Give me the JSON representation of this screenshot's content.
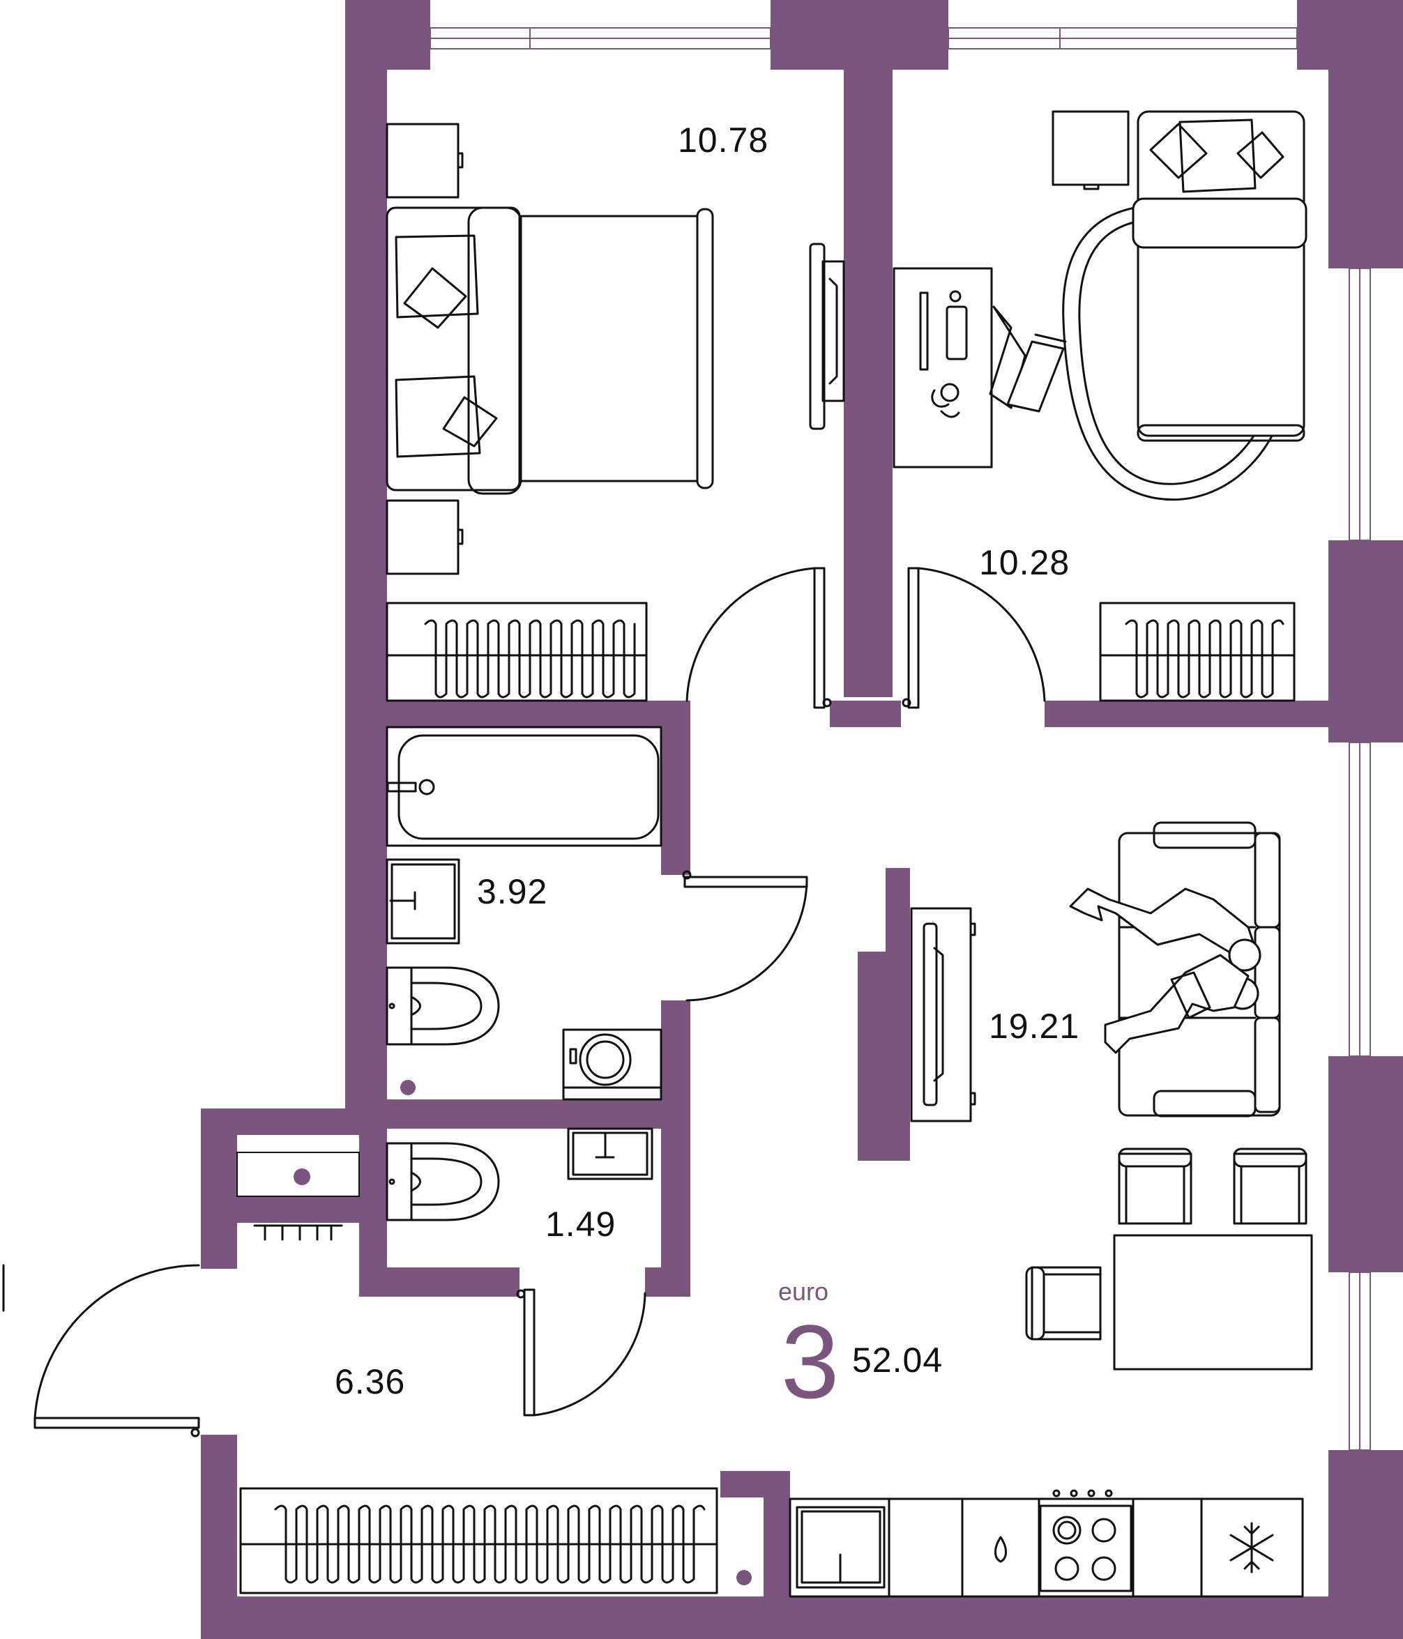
{
  "colors": {
    "wall": "#7a557e",
    "line": "#111111",
    "accent": "#7a557e",
    "background": "#ffffff"
  },
  "rooms": [
    {
      "id": "bedroom-1",
      "area": "10.78"
    },
    {
      "id": "bedroom-2",
      "area": "10.28"
    },
    {
      "id": "bathroom",
      "area": "3.92"
    },
    {
      "id": "living-room",
      "area": "19.21"
    },
    {
      "id": "toilet",
      "area": "1.49"
    },
    {
      "id": "hallway",
      "area": "6.36"
    }
  ],
  "summary": {
    "type": "euro",
    "rooms_count": "3",
    "total_area": "52.04"
  },
  "icons": [
    "double-bed-icon",
    "single-bed-icon",
    "desk-icon",
    "office-chair-icon",
    "tv-icon",
    "radiator-icon",
    "bathtub-icon",
    "sink-icon",
    "toilet-icon",
    "washing-machine-icon",
    "sofa-icon",
    "people-icon",
    "dining-table-icon",
    "chair-icon",
    "kitchen-sink-icon",
    "stove-icon",
    "fridge-snowflake-icon",
    "door-icon",
    "window-icon"
  ]
}
